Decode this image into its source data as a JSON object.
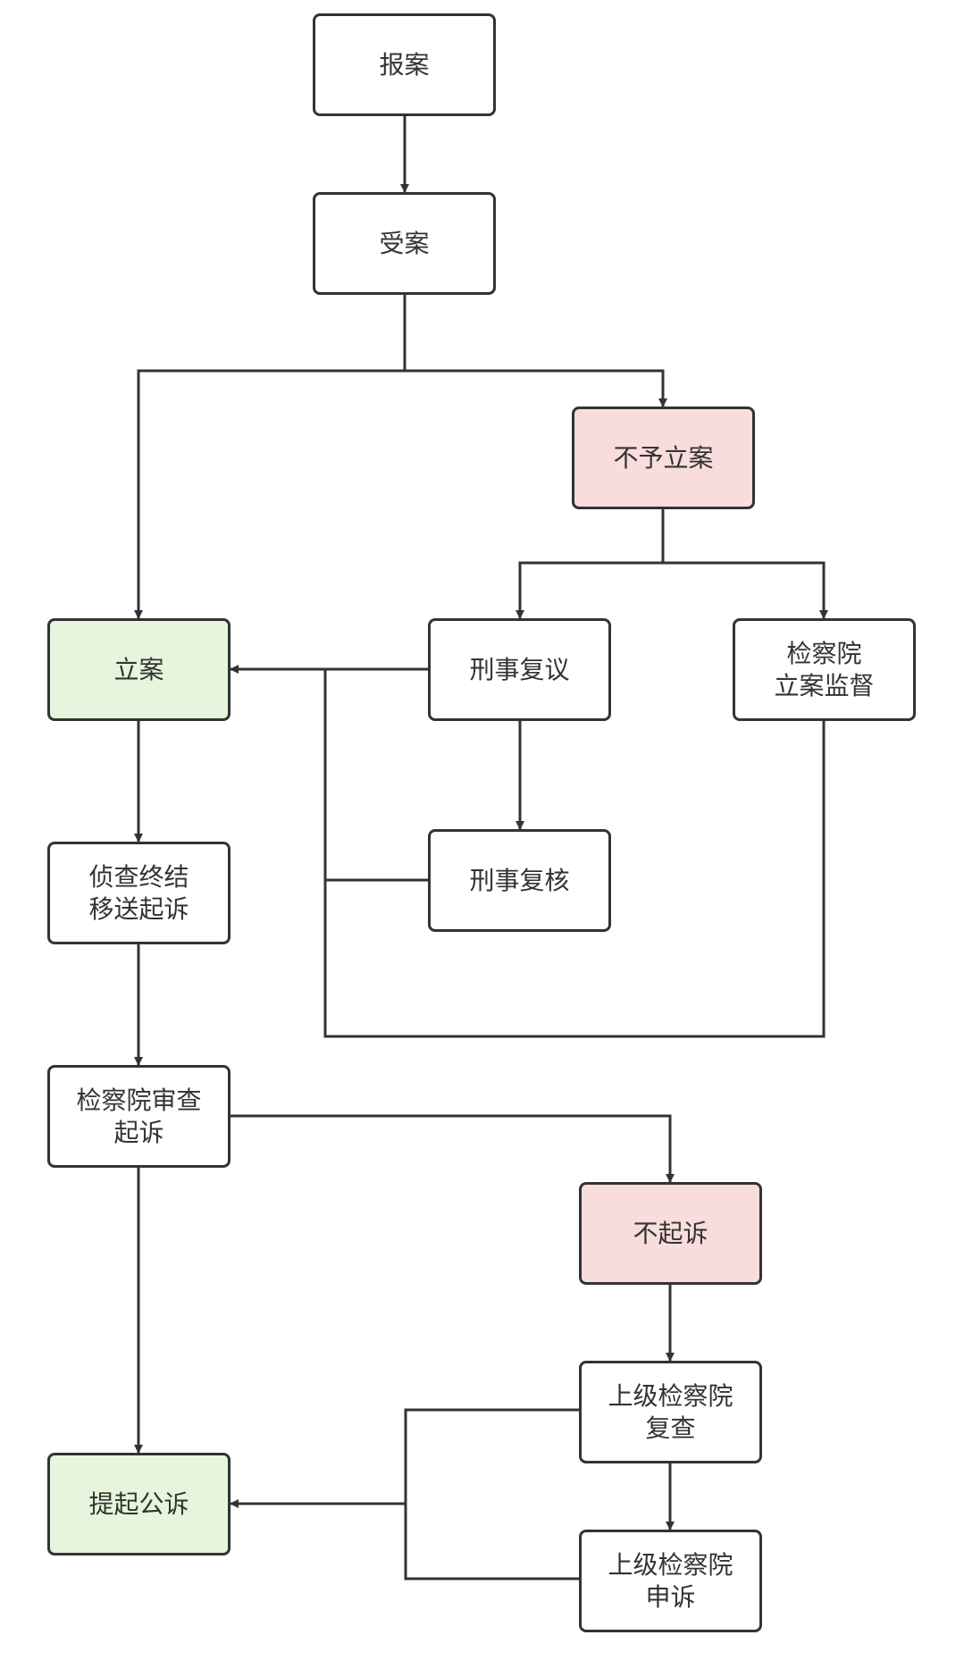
{
  "colors": {
    "line": "#333333",
    "default_fill": "#ffffff",
    "reject_fill": "#f9dcdc",
    "accept_fill": "#e6f6dc"
  },
  "nodes": {
    "report": {
      "label": "报案",
      "style": "default"
    },
    "accept": {
      "label": "受案",
      "style": "default"
    },
    "not_filed": {
      "label": "不予立案",
      "style": "red"
    },
    "filed": {
      "label": "立案",
      "style": "green"
    },
    "reconsider": {
      "label": "刑事复议",
      "style": "default"
    },
    "supervise": {
      "label": "检察院\n立案监督",
      "style": "default"
    },
    "recheck": {
      "label": "刑事复核",
      "style": "default"
    },
    "investigate": {
      "label": "侦查终结\n移送起诉",
      "style": "default"
    },
    "review": {
      "label": "检察院审查\n起诉",
      "style": "default"
    },
    "no_prosecute": {
      "label": "不起诉",
      "style": "red"
    },
    "upper_review": {
      "label": "上级检察院\n复查",
      "style": "default"
    },
    "prosecute": {
      "label": "提起公诉",
      "style": "green"
    },
    "upper_appeal": {
      "label": "上级检察院\n申诉",
      "style": "default"
    }
  },
  "edges": [
    {
      "from": "report",
      "to": "accept"
    },
    {
      "from": "accept",
      "to": "filed"
    },
    {
      "from": "accept",
      "to": "not_filed"
    },
    {
      "from": "not_filed",
      "to": "reconsider"
    },
    {
      "from": "not_filed",
      "to": "supervise"
    },
    {
      "from": "reconsider",
      "to": "filed"
    },
    {
      "from": "reconsider",
      "to": "recheck"
    },
    {
      "from": "recheck",
      "to": "filed"
    },
    {
      "from": "supervise",
      "to": "filed"
    },
    {
      "from": "filed",
      "to": "investigate"
    },
    {
      "from": "investigate",
      "to": "review"
    },
    {
      "from": "review",
      "to": "no_prosecute"
    },
    {
      "from": "review",
      "to": "prosecute"
    },
    {
      "from": "no_prosecute",
      "to": "upper_review"
    },
    {
      "from": "upper_review",
      "to": "upper_appeal"
    },
    {
      "from": "upper_review",
      "to": "prosecute"
    },
    {
      "from": "upper_appeal",
      "to": "prosecute"
    }
  ]
}
